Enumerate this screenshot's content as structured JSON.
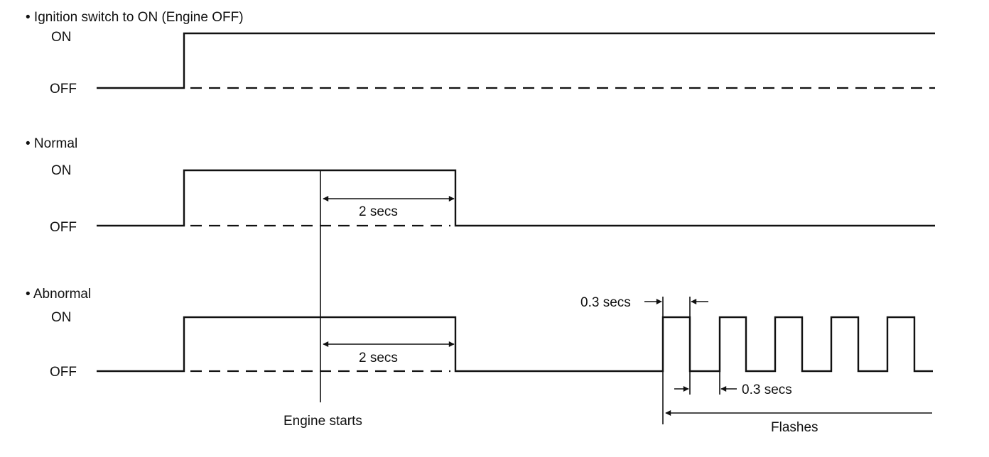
{
  "sections": [
    {
      "title": "• Ignition switch to ON (Engine OFF)",
      "on_label": "ON",
      "off_label": "OFF"
    },
    {
      "title": "• Normal",
      "on_label": "ON",
      "off_label": "OFF",
      "duration_label": "2 secs"
    },
    {
      "title": "• Abnormal",
      "on_label": "ON",
      "off_label": "OFF",
      "duration_label": "2 secs"
    }
  ],
  "annotations": {
    "on_time": "0.3 secs",
    "off_time": "0.3 secs",
    "engine_starts": "Engine starts",
    "flashes": "Flashes"
  }
}
